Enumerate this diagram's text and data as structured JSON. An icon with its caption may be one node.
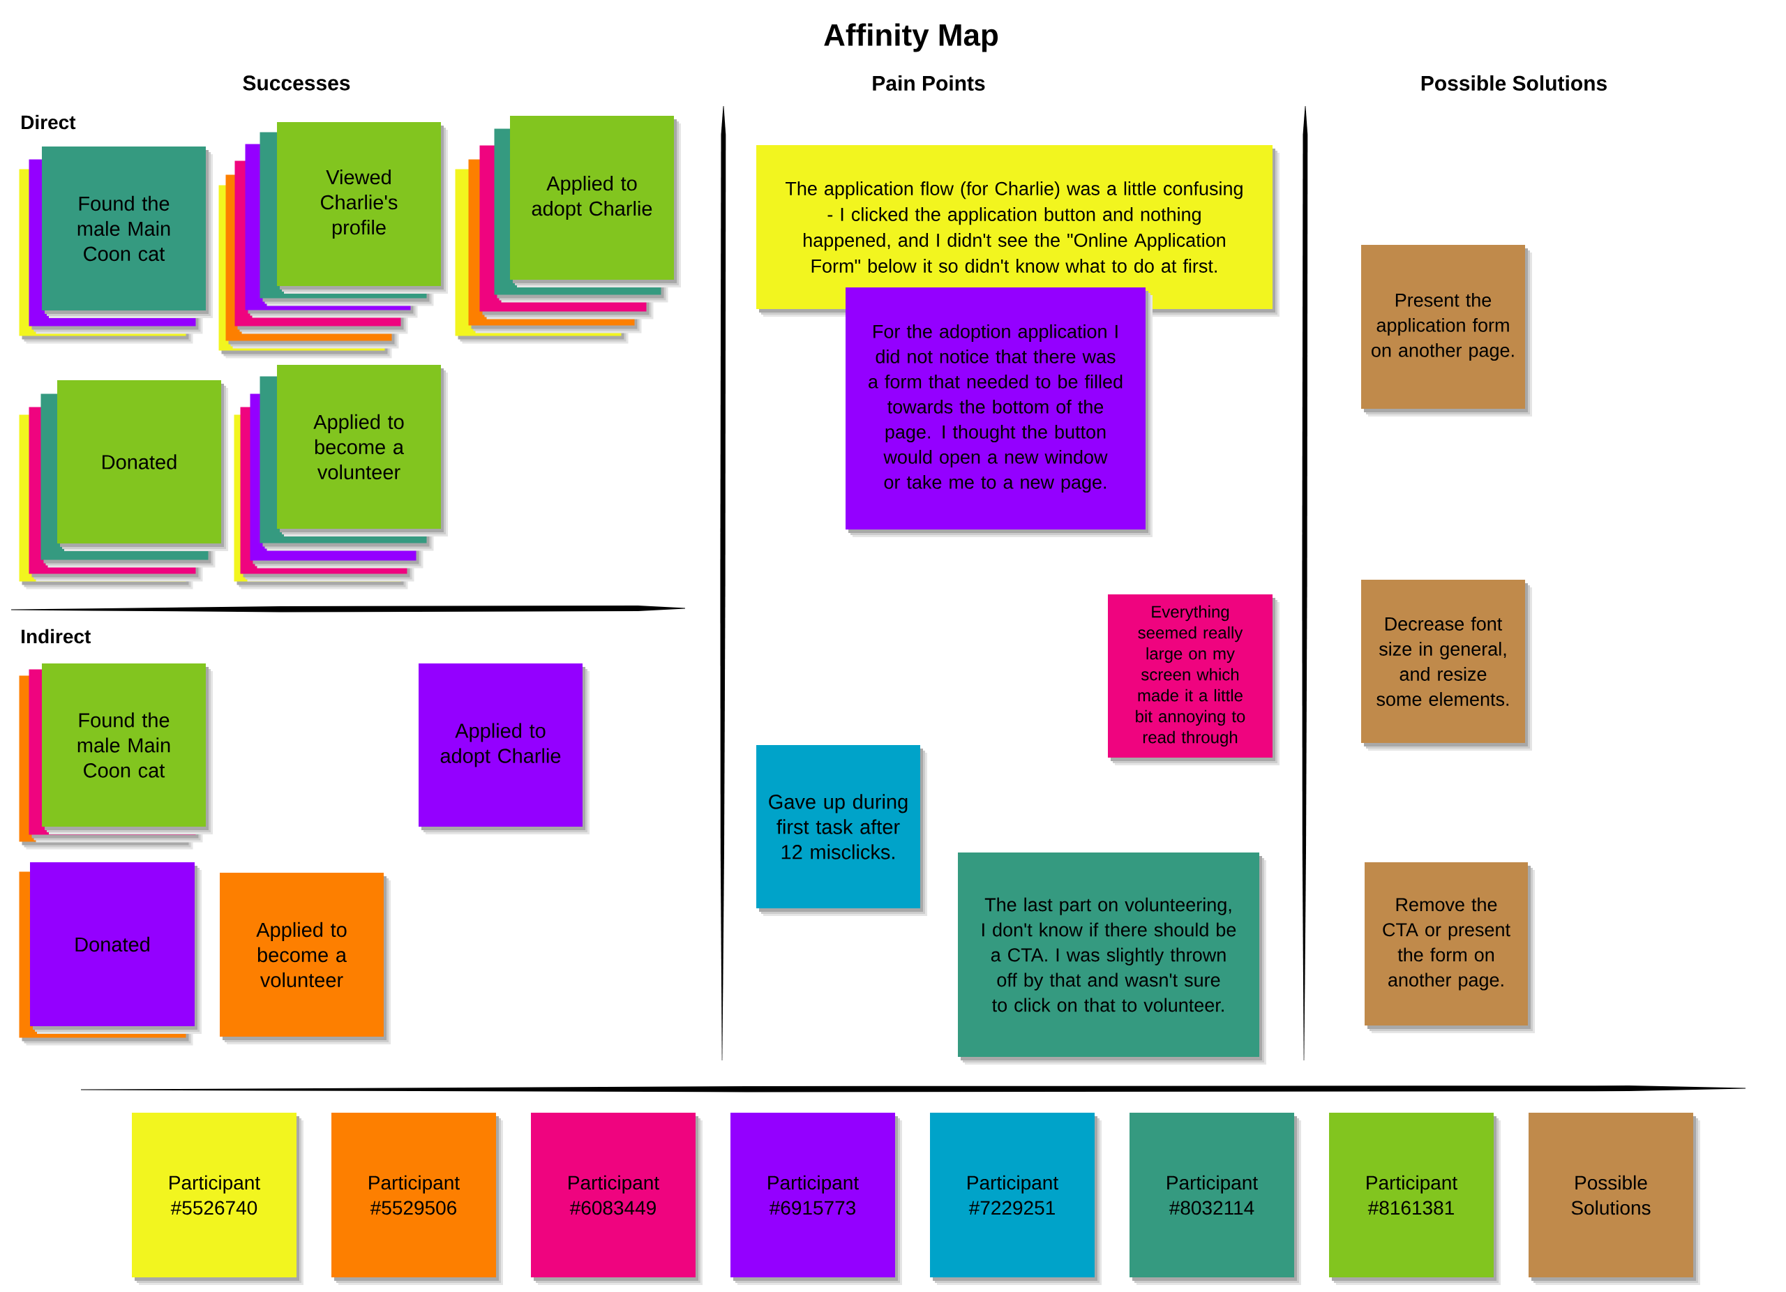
{
  "diagram": {
    "title": "Affinity Map",
    "nodes": [
      {
        "text": [
          "Found the male Main Coon cat"
        ]
      },
      {
        "text": [],
        "shape": "box"
      },
      {
        "text": [],
        "shape": "box"
      },
      {
        "text": [
          "Viewed Charlie's profile"
        ]
      },
      {
        "text": [],
        "shape": "box"
      },
      {
        "text": [],
        "shape": "box"
      },
      {
        "text": [],
        "shape": "box"
      },
      {
        "text": [],
        "shape": "box"
      },
      {
        "text": [],
        "shape": "box"
      },
      {
        "text": [
          "Applied to adopt Charlie"
        ]
      },
      {
        "text": [],
        "shape": "box"
      },
      {
        "text": [],
        "shape": "box"
      },
      {
        "text": [],
        "shape": "box"
      },
      {
        "text": [],
        "shape": "box"
      },
      {
        "text": [
          "Donated"
        ]
      },
      {
        "text": [],
        "shape": "box"
      },
      {
        "text": [],
        "shape": "box"
      },
      {
        "text": [],
        "shape": "box"
      },
      {
        "text": [
          "Applied to become a volunteer"
        ]
      },
      {
        "text": [],
        "shape": "box"
      },
      {
        "text": [],
        "shape": "box"
      },
      {
        "text": [],
        "shape": "box"
      },
      {
        "text": [],
        "shape": "box"
      },
      {
        "text": [
          "Found the male Main Coon cat"
        ]
      },
      {
        "text": [],
        "shape": "box"
      },
      {
        "text": [],
        "shape": "box"
      },
      {
        "text": [
          "Applied to adopt Charlie"
        ]
      },
      {
        "text": [
          "Donated"
        ]
      },
      {
        "text": [],
        "shape": "box"
      },
      {
        "text": [
          "Applied to become a volunteer"
        ]
      },
      {
        "text": [
          "The application flow (for Charlie) was a little confusing - I clicked the application button and nothing happened, and I didn't see the \"Online Application Form\" below it so didn't know what to do at first."
        ]
      },
      {
        "text": [
          "For the adoption application I did not notice that there was a form that needed to be filled towards the bottom of the page. I thought the button would open a new window or take me to a new page."
        ]
      },
      {
        "text": [
          "Everything seemed really large on my screen which made it a little bit annoying to read through"
        ]
      },
      {
        "text": [
          "Gave up during first task after 12 misclicks."
        ]
      },
      {
        "text": [
          "The last part on volunteering, I don't know if there should be a CTA. I was slightly thrown off by that and wasn't sure to click on that to volunteer."
        ]
      },
      {
        "text": [
          "Present the application form on another page."
        ]
      },
      {
        "text": [
          "Decrease font size in general, and resize some elements."
        ]
      },
      {
        "text": [
          "Remove the CTA or present the form on another page."
        ]
      }
    ],
    "labels": [
      "Successes",
      "Pain Points",
      "Possible Solutions",
      "Direct",
      "Indirect"
    ],
    "legend": [
      {
        "text": "Participant #5526740",
        "color": "#f2f51f"
      },
      {
        "text": "Participant #5529506",
        "color": "#fd7f00"
      },
      {
        "text": "Participant #6083449",
        "color": "#ef047f"
      },
      {
        "text": "Participant #6915773",
        "color": "#9400ff"
      },
      {
        "text": "Participant #7229251",
        "color": "#00a3c9"
      },
      {
        "text": "Participant #8032114",
        "color": "#359a80"
      },
      {
        "text": "Participant #8161381",
        "color": "#82c51f"
      },
      {
        "text": "Possible Solutions",
        "color": "#c08a4b"
      }
    ]
  }
}
